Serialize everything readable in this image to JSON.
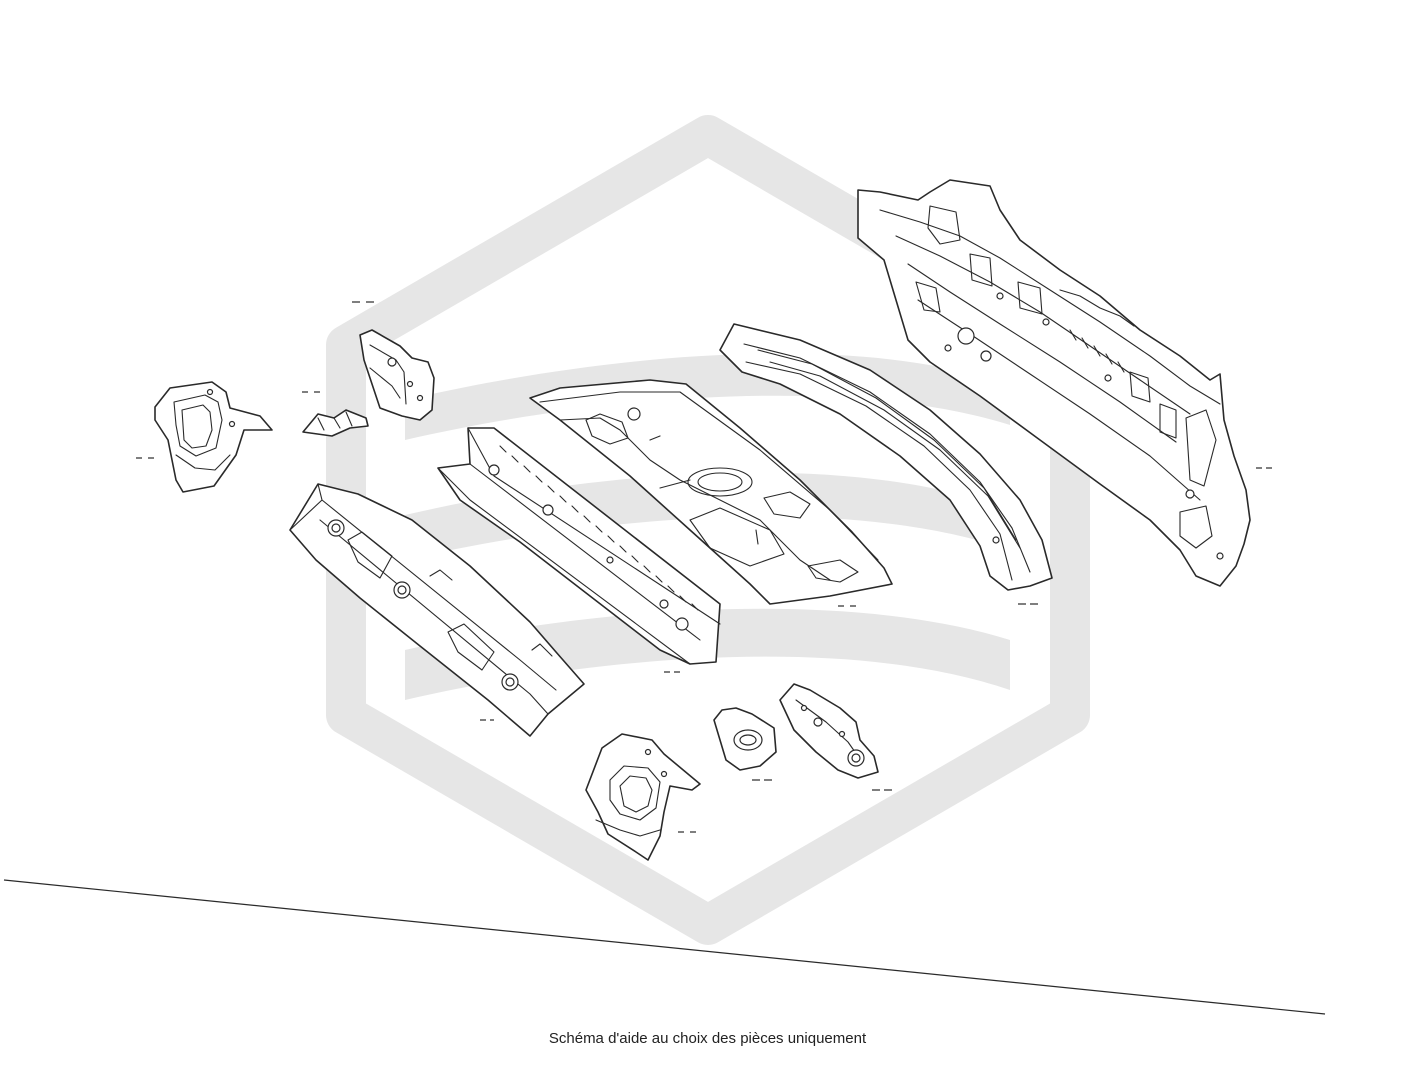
{
  "caption": "Schéma d'aide au choix des pièces uniquement",
  "watermark": {
    "icon": "hexagon-logo-watermark",
    "color": "#e6e6e6"
  },
  "line_color": "#2a2a2a",
  "parts": [
    {
      "id": "left-rear-bracket",
      "icon": "bracket-part"
    },
    {
      "id": "left-small-gusset",
      "icon": "gusset-part"
    },
    {
      "id": "left-upper-support-plate",
      "icon": "plate-part"
    },
    {
      "id": "front-cross-member",
      "icon": "cross-member-part"
    },
    {
      "id": "middle-cross-member",
      "icon": "cross-member-part"
    },
    {
      "id": "rear-floor-panel",
      "icon": "floor-panel-part"
    },
    {
      "id": "rear-bumper-reinforcement",
      "icon": "reinforcement-beam-part"
    },
    {
      "id": "rear-end-panel",
      "icon": "rear-panel-part"
    },
    {
      "id": "right-rear-bracket",
      "icon": "bracket-part"
    },
    {
      "id": "right-small-gusset",
      "icon": "gusset-part"
    },
    {
      "id": "right-support-plate",
      "icon": "plate-part"
    }
  ]
}
